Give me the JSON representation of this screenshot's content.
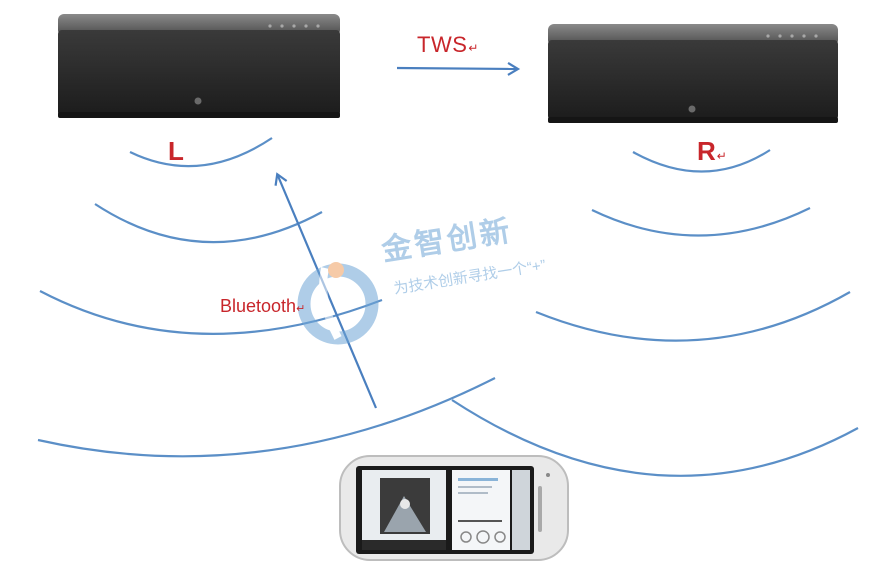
{
  "labels": {
    "left_speaker": "L",
    "right_speaker": "R",
    "tws": "TWS",
    "bluetooth": "Bluetooth",
    "return_mark": "↵"
  },
  "watermark": {
    "title": "金智创新",
    "slogan": "为技术创新寻找一个“+”"
  },
  "colors": {
    "label_red": "#c8262b",
    "wave_blue": "#5b8fc7",
    "arrow_blue": "#4a7fbf",
    "speaker_body": "#2b2b2b",
    "watermark_blue": "#6fa6d6"
  }
}
